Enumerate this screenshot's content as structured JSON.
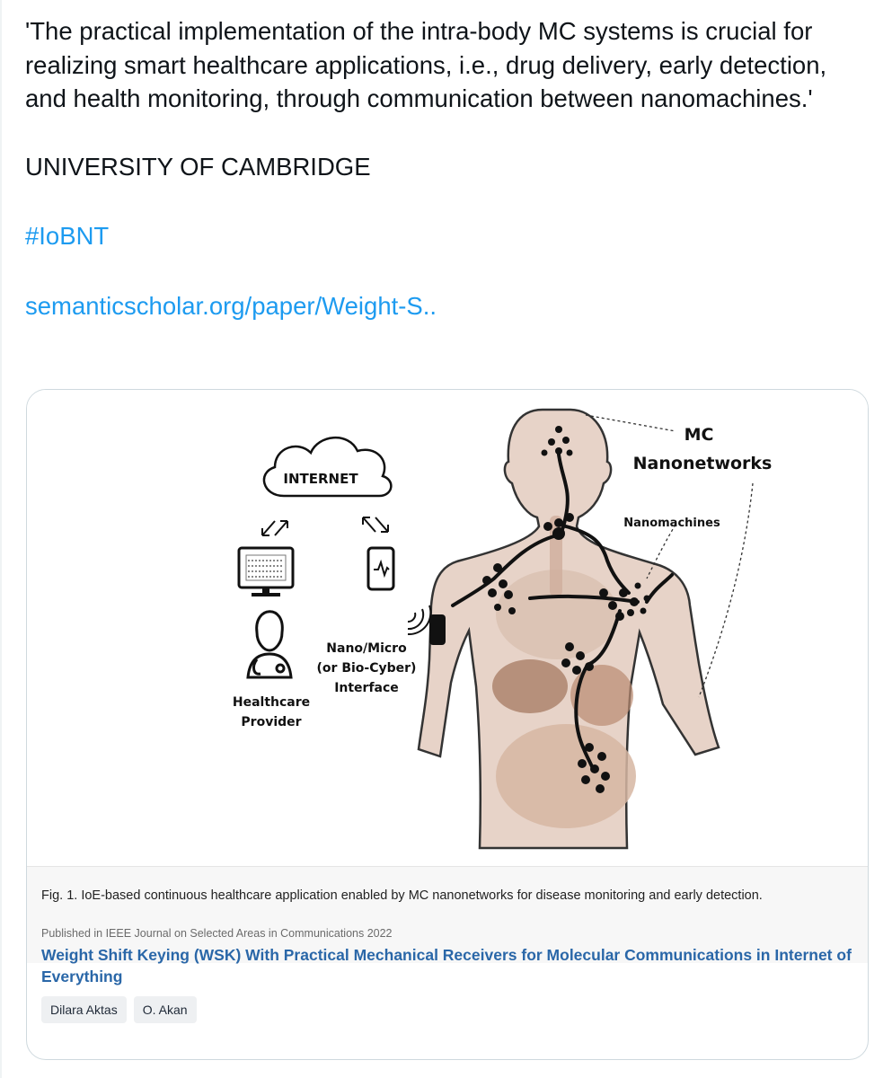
{
  "tweet": {
    "quote": "'The practical implementation of the intra-body MC systems is crucial for realizing smart healthcare applications, i.e., drug delivery, early detection, and health monitoring, through communication between nanomachines.'",
    "org": "UNIVERSITY OF CAMBRIDGE",
    "hashtag": "#IoBNT",
    "link": "semanticscholar.org/paper/Weight-S.."
  },
  "card": {
    "figure": {
      "labels": {
        "internet": "INTERNET",
        "mc_line1": "MC",
        "mc_line2": "Nanonetworks",
        "nanomachines": "Nanomachines",
        "interface_line1": "Nano/Micro",
        "interface_line2": "(or Bio-Cyber)",
        "interface_line3": "Interface",
        "provider_line1": "Healthcare",
        "provider_line2": "Provider"
      }
    },
    "caption": "Fig. 1. IoE-based continuous healthcare application enabled by MC nanonetworks for disease monitoring and early detection.",
    "published": "Published in IEEE Journal on Selected Areas in Communications 2022",
    "title": "Weight Shift Keying (WSK) With Practical Mechanical Receivers for Molecular Communications in Internet of Everything",
    "authors": [
      "Dilara Aktas",
      "O. Akan"
    ]
  }
}
